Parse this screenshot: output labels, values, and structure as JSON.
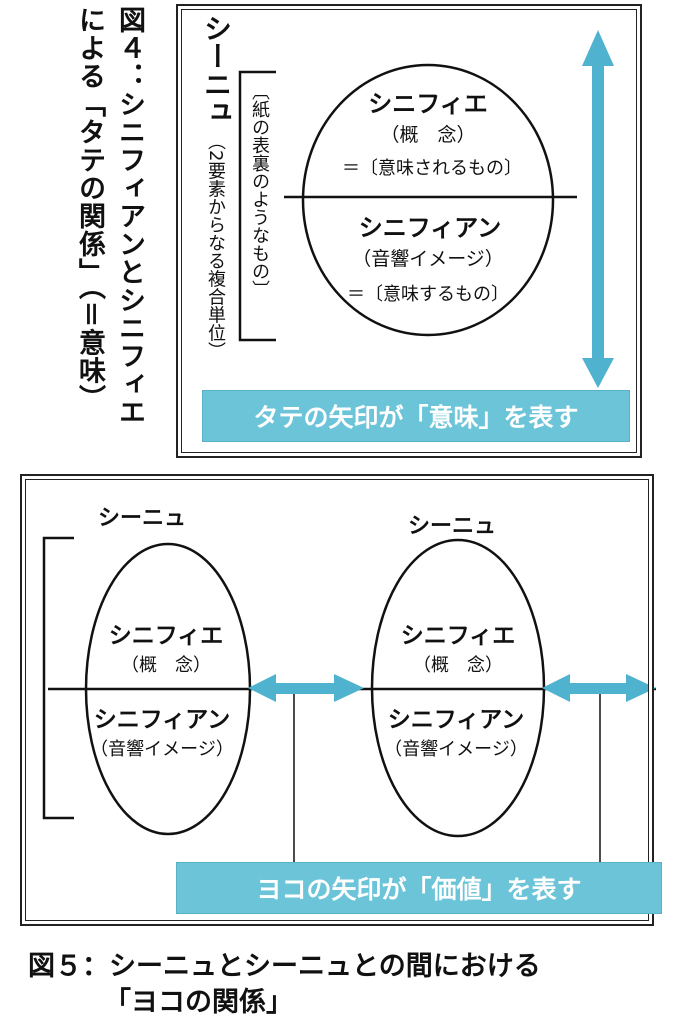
{
  "fig4": {
    "caption_line1": "図４：シニフィアンとシニフィエ",
    "caption_line2": "による「タテの関係」（＝意味）",
    "sign_title": "シーニュ",
    "sign_note": "（2要素からなる複合単位）",
    "bracket_note": "〔紙の表裏のようなもの〕",
    "signifie": "シニフィエ",
    "concept": "（概　念）",
    "signifie_desc": "＝〔意味されるもの〕",
    "signifiant": "シニフィアン",
    "image": "（音響イメージ）",
    "signifiant_desc": "＝〔意味するもの〕",
    "banner": "タテの矢印が「意味」を表す"
  },
  "fig5": {
    "left": {
      "title": "シーニュ",
      "signifie": "シニフィエ",
      "concept": "（概　念）",
      "signifiant": "シニフィアン",
      "image": "（音響イメージ）"
    },
    "right": {
      "title": "シーニュ",
      "signifie": "シニフィエ",
      "concept": "（概　念）",
      "signifiant": "シニフィアン",
      "image": "（音響イメージ）"
    },
    "banner": "ヨコの矢印が「価値」を表す",
    "caption_line1": "図５：シーニュとシーニュとの間における",
    "caption_line2": "「ヨコの関係」"
  },
  "colors": {
    "arrow": "#4fb3cf",
    "banner": "#6cc4d8"
  }
}
